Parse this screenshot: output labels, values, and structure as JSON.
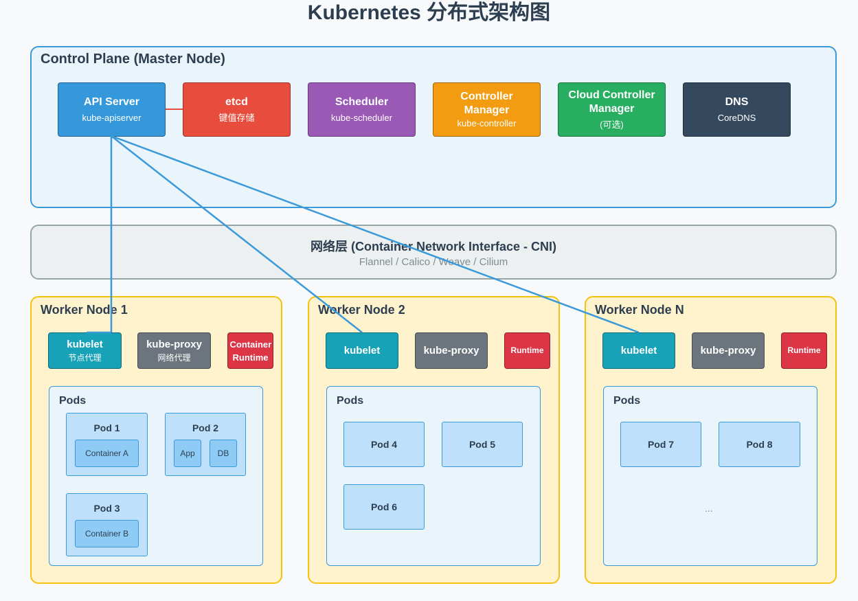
{
  "title": "Kubernetes 分布式架构图",
  "control_plane": {
    "label": "Control Plane (Master Node)",
    "components": [
      {
        "title": "API Server",
        "sub": "kube-apiserver",
        "color": "#3498db"
      },
      {
        "title": "etcd",
        "sub": "键值存储",
        "color": "#e74c3c"
      },
      {
        "title": "Scheduler",
        "sub": "kube-scheduler",
        "color": "#9b59b6"
      },
      {
        "title": "Controller Manager",
        "sub": "kube-controller",
        "color": "#f39c12"
      },
      {
        "title": "Cloud Controller Manager",
        "sub": "(可选)",
        "color": "#27ae60"
      },
      {
        "title": "DNS",
        "sub": "CoreDNS",
        "color": "#34495e"
      }
    ]
  },
  "network": {
    "title": "网络层 (Container Network Interface - CNI)",
    "subtitle": "Flannel / Calico / Weave / Cilium"
  },
  "colors": {
    "kubelet": "#17a2b8",
    "kube_proxy": "#6c757d",
    "runtime": "#dc3545",
    "link": "#3a9ad9"
  },
  "workers": [
    {
      "label": "Worker Node 1",
      "kubelet": {
        "title": "kubelet",
        "sub": "节点代理"
      },
      "proxy": {
        "title": "kube-proxy",
        "sub": "网络代理"
      },
      "runtime": {
        "title": "Container Runtime"
      },
      "pods_label": "Pods",
      "pods": [
        {
          "label": "Pod 1",
          "containers": [
            "Container A"
          ]
        },
        {
          "label": "Pod 2",
          "containers": [
            "App",
            "DB"
          ]
        },
        {
          "label": "Pod 3",
          "containers": [
            "Container B"
          ]
        }
      ]
    },
    {
      "label": "Worker Node 2",
      "kubelet": {
        "title": "kubelet"
      },
      "proxy": {
        "title": "kube-proxy"
      },
      "runtime": {
        "title": "Runtime"
      },
      "pods_label": "Pods",
      "pods": [
        {
          "label": "Pod 4"
        },
        {
          "label": "Pod 5"
        },
        {
          "label": "Pod 6"
        }
      ]
    },
    {
      "label": "Worker Node N",
      "kubelet": {
        "title": "kubelet"
      },
      "proxy": {
        "title": "kube-proxy"
      },
      "runtime": {
        "title": "Runtime"
      },
      "pods_label": "Pods",
      "pods": [
        {
          "label": "Pod 7"
        },
        {
          "label": "Pod 8"
        }
      ],
      "more": "..."
    }
  ]
}
